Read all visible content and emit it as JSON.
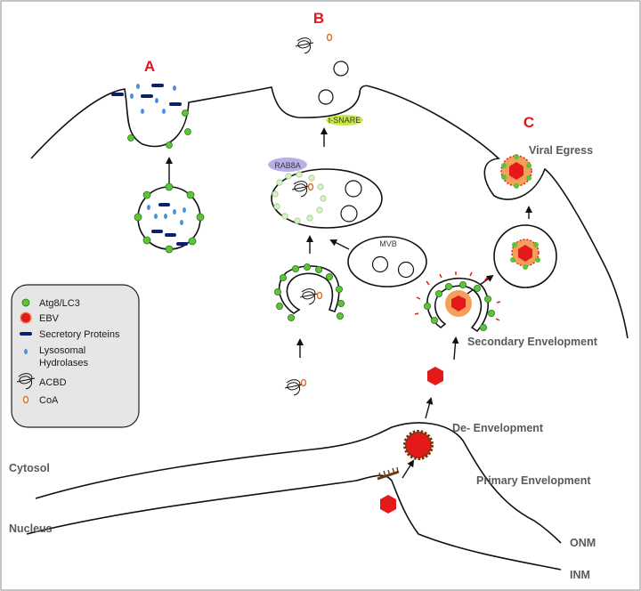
{
  "panels": {
    "a": "A",
    "b": "B",
    "c": "C"
  },
  "labels": {
    "tsnare": "t-SNARE",
    "rab8a": "RAB8A",
    "mvb": "MVB",
    "viral_egress": "Viral Egress",
    "secondary_envelopment": "Secondary Envelopment",
    "de_envelopment": "De- Envelopment",
    "primary_envelopment": "Primary Envelopment",
    "cytosol": "Cytosol",
    "nucleus": "Nucleus",
    "onm": "ONM",
    "inm": "INM"
  },
  "legend": {
    "atg8": "Atg8/LC3",
    "ebv": "EBV",
    "secretory": "Secretory Proteins",
    "hydrolases_1": "Lysosomal",
    "hydrolases_2": "Hydrolases",
    "acbd": "ACBD",
    "coa": "CoA"
  },
  "colors": {
    "atg8_green": "#5cc43a",
    "secretory_navy": "#0a1f6e",
    "hydrolase_blue": "#4a8fe0",
    "ebv_red": "#e41a1a",
    "ebv_halo": "#f4a05a",
    "coa_orange": "#e46a1a",
    "tsnare_yellow": "#c8e84a",
    "rab8a_lavender": "#b9aee6",
    "legend_bg": "#e6e6e6",
    "title_red": "#e8141b"
  }
}
